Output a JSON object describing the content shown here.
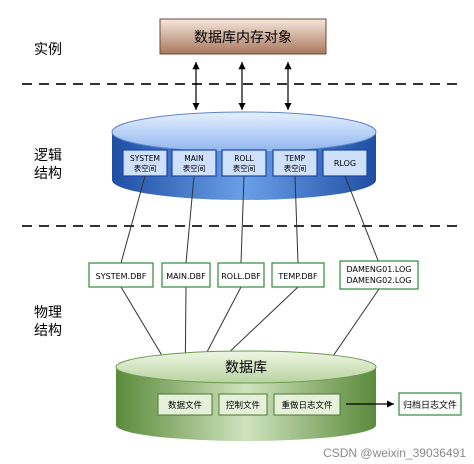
{
  "labels": {
    "instance": "实例",
    "logical_1": "逻辑",
    "logical_2": "结构",
    "physical_1": "物理",
    "physical_2": "结构"
  },
  "memory_object": "数据库内存对象",
  "tablespaces": [
    {
      "en": "SYSTEM",
      "zh": "表空间"
    },
    {
      "en": "MAIN",
      "zh": "表空间"
    },
    {
      "en": "ROLL",
      "zh": "表空间"
    },
    {
      "en": "TEMP",
      "zh": "表空间"
    },
    {
      "en": "RLOG",
      "zh": ""
    }
  ],
  "data_files": [
    {
      "lines": [
        "SYSTEM.DBF"
      ]
    },
    {
      "lines": [
        "MAIN.DBF"
      ]
    },
    {
      "lines": [
        "ROLL.DBF"
      ]
    },
    {
      "lines": [
        "TEMP.DBF"
      ]
    },
    {
      "lines": [
        "DAMENG01.LOG",
        "DAMENG02.LOG"
      ]
    }
  ],
  "database": {
    "title": "数据库",
    "files": [
      "数据文件",
      "控制文件",
      "重做日志文件"
    ]
  },
  "archive": "归档日志文件",
  "watermark": "CSDN @weixin_39036491",
  "colors": {
    "memory_box": "#a8775c",
    "logical_cylinder": "#3c73c8",
    "physical_cylinder": "#4a7a2e",
    "file_border": "#2f8a3a",
    "tablespace_border": "#1a44a8"
  }
}
